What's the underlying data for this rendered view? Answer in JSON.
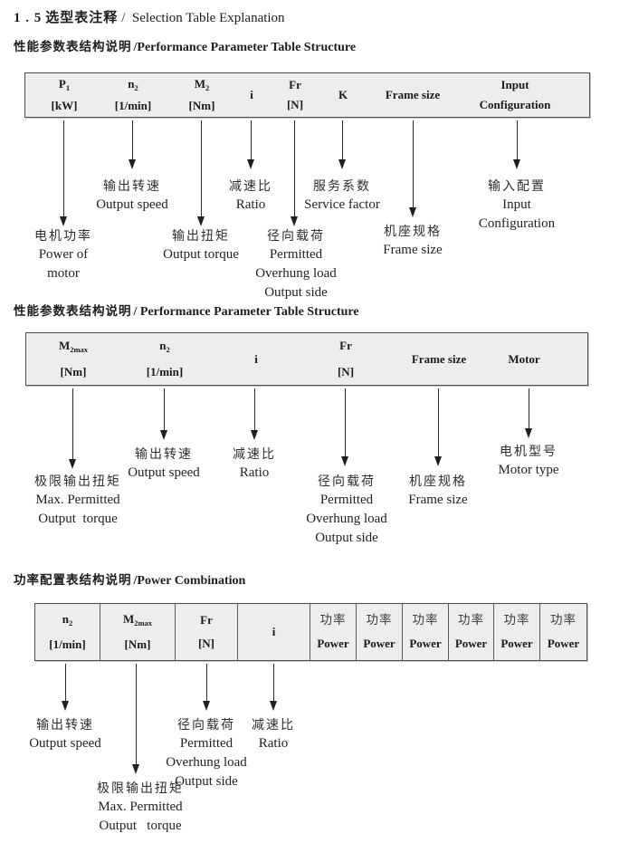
{
  "colors": {
    "table_bg": "#ededed",
    "table_border": "#4f4f4f",
    "text": "#1d1d1d"
  },
  "page": {
    "title": {
      "num": "1 . 5",
      "zh": "选型表注释",
      "en": "/  Selection Table Explanation"
    }
  },
  "sections": [
    {
      "heading": {
        "zh": "性能参数表结构说明",
        "en": "/Performance Parameter Table Structure"
      },
      "table": {
        "cells": [
          {
            "main": "P",
            "sub": "1",
            "unit": "[kW]"
          },
          {
            "main": "n",
            "sub": "2",
            "unit": "[1/min]"
          },
          {
            "main": "M",
            "sub": "2",
            "unit": "[Nm]"
          },
          {
            "main": "i"
          },
          {
            "main": "Fr",
            "unit": "[N]"
          },
          {
            "main": "K"
          },
          {
            "main": "Frame size"
          },
          {
            "main": "Input",
            "unit": "Configuration"
          }
        ]
      },
      "callouts": [
        {
          "zh": "电机功率",
          "en1": "Power of",
          "en2": "motor",
          "en3": ""
        },
        {
          "zh": "输出转速",
          "en1": "Output speed",
          "en2": "",
          "en3": ""
        },
        {
          "zh": "输出扭矩",
          "en1": "Output torque",
          "en2": "",
          "en3": ""
        },
        {
          "zh": "减速比",
          "en1": "Ratio",
          "en2": "",
          "en3": ""
        },
        {
          "zh": "径向载荷",
          "en1": "Permitted",
          "en2": "Overhung load",
          "en3": "Output side"
        },
        {
          "zh": "服务系数",
          "en1": "Service factor",
          "en2": "",
          "en3": ""
        },
        {
          "zh": "机座规格",
          "en1": "Frame size",
          "en2": "",
          "en3": ""
        },
        {
          "zh": "输入配置",
          "en1": "Input",
          "en2": "Configuration",
          "en3": ""
        }
      ]
    },
    {
      "heading": {
        "zh": "性能参数表结构说明",
        "en": "/ Performance Parameter Table Structure"
      },
      "table": {
        "cells": [
          {
            "main": "M",
            "sub": "2max",
            "unit": "[Nm]"
          },
          {
            "main": "n",
            "sub": "2",
            "unit": "[1/min]"
          },
          {
            "main": "i"
          },
          {
            "main": "Fr",
            "unit": "[N]"
          },
          {
            "main": "Frame size"
          },
          {
            "main": "Motor"
          }
        ]
      },
      "callouts": [
        {
          "zh": "极限输出扭矩",
          "en1": "Max. Permitted",
          "en2": "Output  torque",
          "en3": ""
        },
        {
          "zh": "输出转速",
          "en1": "Output speed",
          "en2": "",
          "en3": ""
        },
        {
          "zh": "减速比",
          "en1": "Ratio",
          "en2": "",
          "en3": ""
        },
        {
          "zh": "径向载荷",
          "en1": "Permitted",
          "en2": "Overhung load",
          "en3": "Output side"
        },
        {
          "zh": "机座规格",
          "en1": "Frame size",
          "en2": "",
          "en3": ""
        },
        {
          "zh": "电机型号",
          "en1": "Motor type",
          "en2": "",
          "en3": ""
        }
      ]
    },
    {
      "heading": {
        "zh": "功率配置表结构说明",
        "en": "/Power Combination"
      },
      "table": {
        "cells": [
          {
            "main": "n",
            "sub": "2",
            "unit": "[1/min]"
          },
          {
            "main": "M",
            "sub": "2max",
            "unit": "[Nm]"
          },
          {
            "main": "Fr",
            "unit": "[N]"
          },
          {
            "main": "i"
          },
          {
            "zh": "功率",
            "en": "Power"
          },
          {
            "zh": "功率",
            "en": "Power"
          },
          {
            "zh": "功率",
            "en": "Power"
          },
          {
            "zh": "功率",
            "en": "Power"
          },
          {
            "zh": "功率",
            "en": "Power"
          },
          {
            "zh": "功率",
            "en": "Power"
          }
        ]
      },
      "callouts": [
        {
          "zh": "输出转速",
          "en1": "Output speed",
          "en2": "",
          "en3": ""
        },
        {
          "zh": "极限输出扭矩",
          "en1": "Max. Permitted",
          "en2": "Output   torque",
          "en3": ""
        },
        {
          "zh": "径向载荷",
          "en1": "Permitted",
          "en2": "Overhung load",
          "en3": "Output side"
        },
        {
          "zh": "减速比",
          "en1": "Ratio",
          "en2": "",
          "en3": ""
        }
      ]
    }
  ]
}
